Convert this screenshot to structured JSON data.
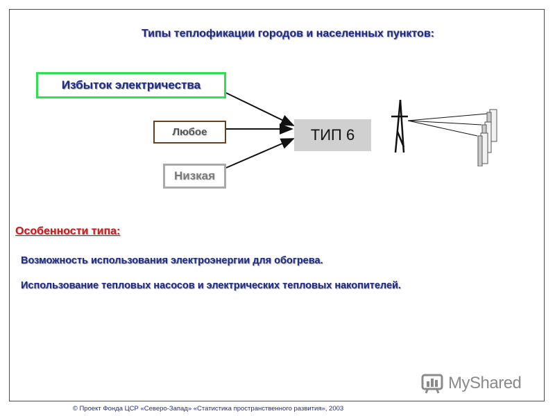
{
  "title": "Типы теплофикации городов и населенных пунктов:",
  "inputs": {
    "excess": "Избыток электричества",
    "any": "Любое",
    "low": "Низкая"
  },
  "type_label": "ТИП 6",
  "features": {
    "heading": "Особенности типа:",
    "items": [
      "Возможность использования электроэнергии для обогрева.",
      "Использование тепловых насосов и электрических тепловых накопителей."
    ]
  },
  "footer": "© Проект Фонда ЦСР «Северо-Запад» «Статистика пространственного развития», 2003",
  "watermark": "MyShared",
  "colors": {
    "title": "#1d2a86",
    "excess_border": "#2ee04d",
    "any_border": "#6b3e1d",
    "low_border": "#a9a9a9",
    "type_fill": "#d0d0d0",
    "features_heading": "#cc1a1a"
  }
}
